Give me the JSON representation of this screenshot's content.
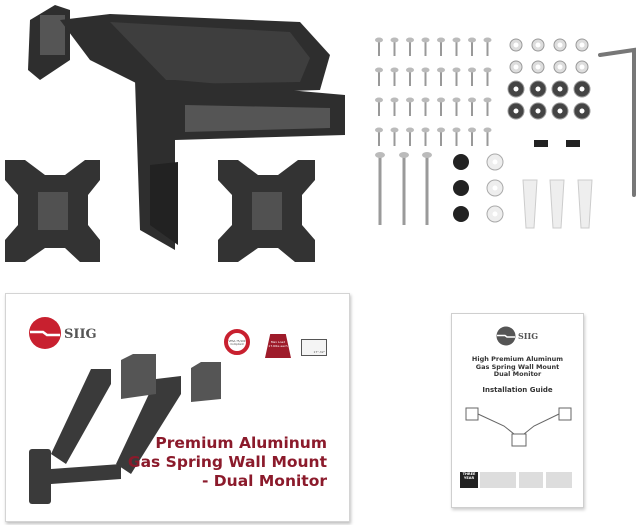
{
  "box": {
    "brand": "SIIG",
    "title_lines": [
      "Premium Aluminum",
      "Gas Spring Wall Mount",
      "- Dual Monitor"
    ],
    "badges": [
      "VESA 75/100 Compliant",
      "Max Load 17.6lbs each",
      "17\"-32\""
    ]
  },
  "manual": {
    "brand": "SIIG",
    "title_lines": [
      "High Premium Aluminum",
      "Gas Spring Wall Mount",
      "Dual Monitor"
    ],
    "subtitle": "Installation Guide",
    "warranty_badge": "THREE YEAR"
  },
  "colors": {
    "brand_red": "#c8202f",
    "title_red": "#8b1a2b",
    "hardware": "#2d2d2d"
  }
}
